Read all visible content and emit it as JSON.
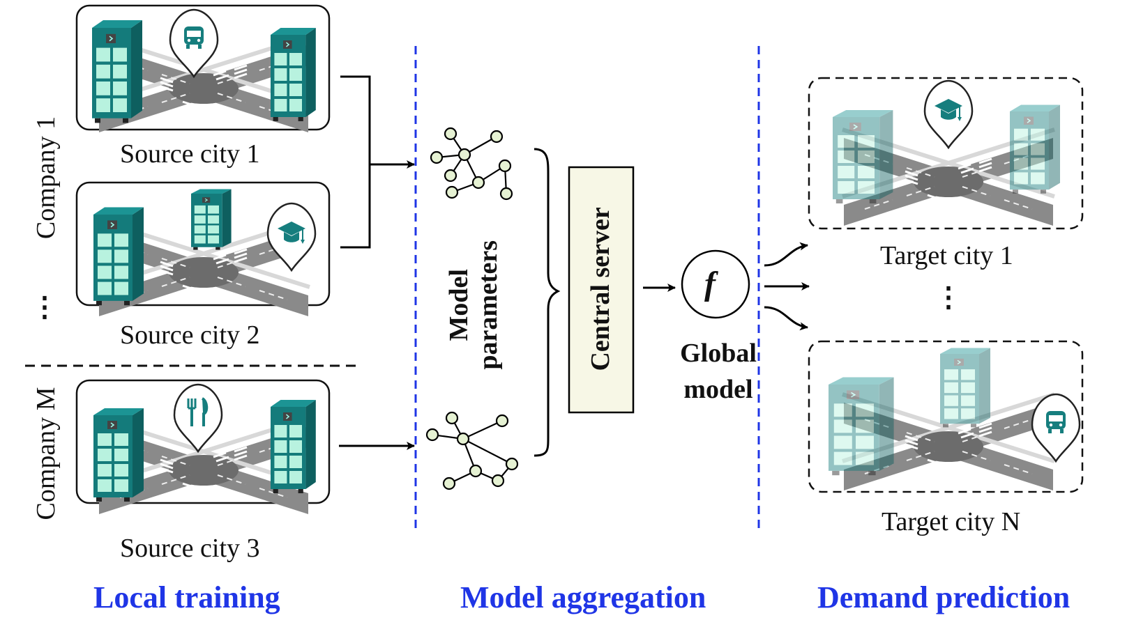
{
  "source_cities": [
    {
      "label": "Source city 1",
      "poi_icon": "bus-icon"
    },
    {
      "label": "Source city 2",
      "poi_icon": "graduation-cap-icon"
    },
    {
      "label": "Source city 3",
      "poi_icon": "fork-knife-icon"
    }
  ],
  "companies": [
    "Company 1",
    "Company M"
  ],
  "ellipsis": "⋮",
  "model_parameters_line1": "Model",
  "model_parameters_line2": "parameters",
  "central_server": "Central server",
  "global_model_symbol": "f",
  "global_model_line1": "Global",
  "global_model_line2": "model",
  "target_cities": [
    {
      "label": "Target city 1",
      "poi_icon": "graduation-cap-icon"
    },
    {
      "label": "Target city N",
      "poi_icon": "bus-icon"
    }
  ],
  "sections": {
    "local": "Local training",
    "aggregation": "Model aggregation",
    "prediction": "Demand prediction"
  },
  "colors": {
    "section_text": "#1f35e6",
    "divider": "#1f35e6",
    "building": "#167e7e",
    "building_window": "#b8f2df",
    "road": "#7a7a7a",
    "node_fill": "#e6f2d3",
    "server_fill": "#f7f7e6"
  }
}
